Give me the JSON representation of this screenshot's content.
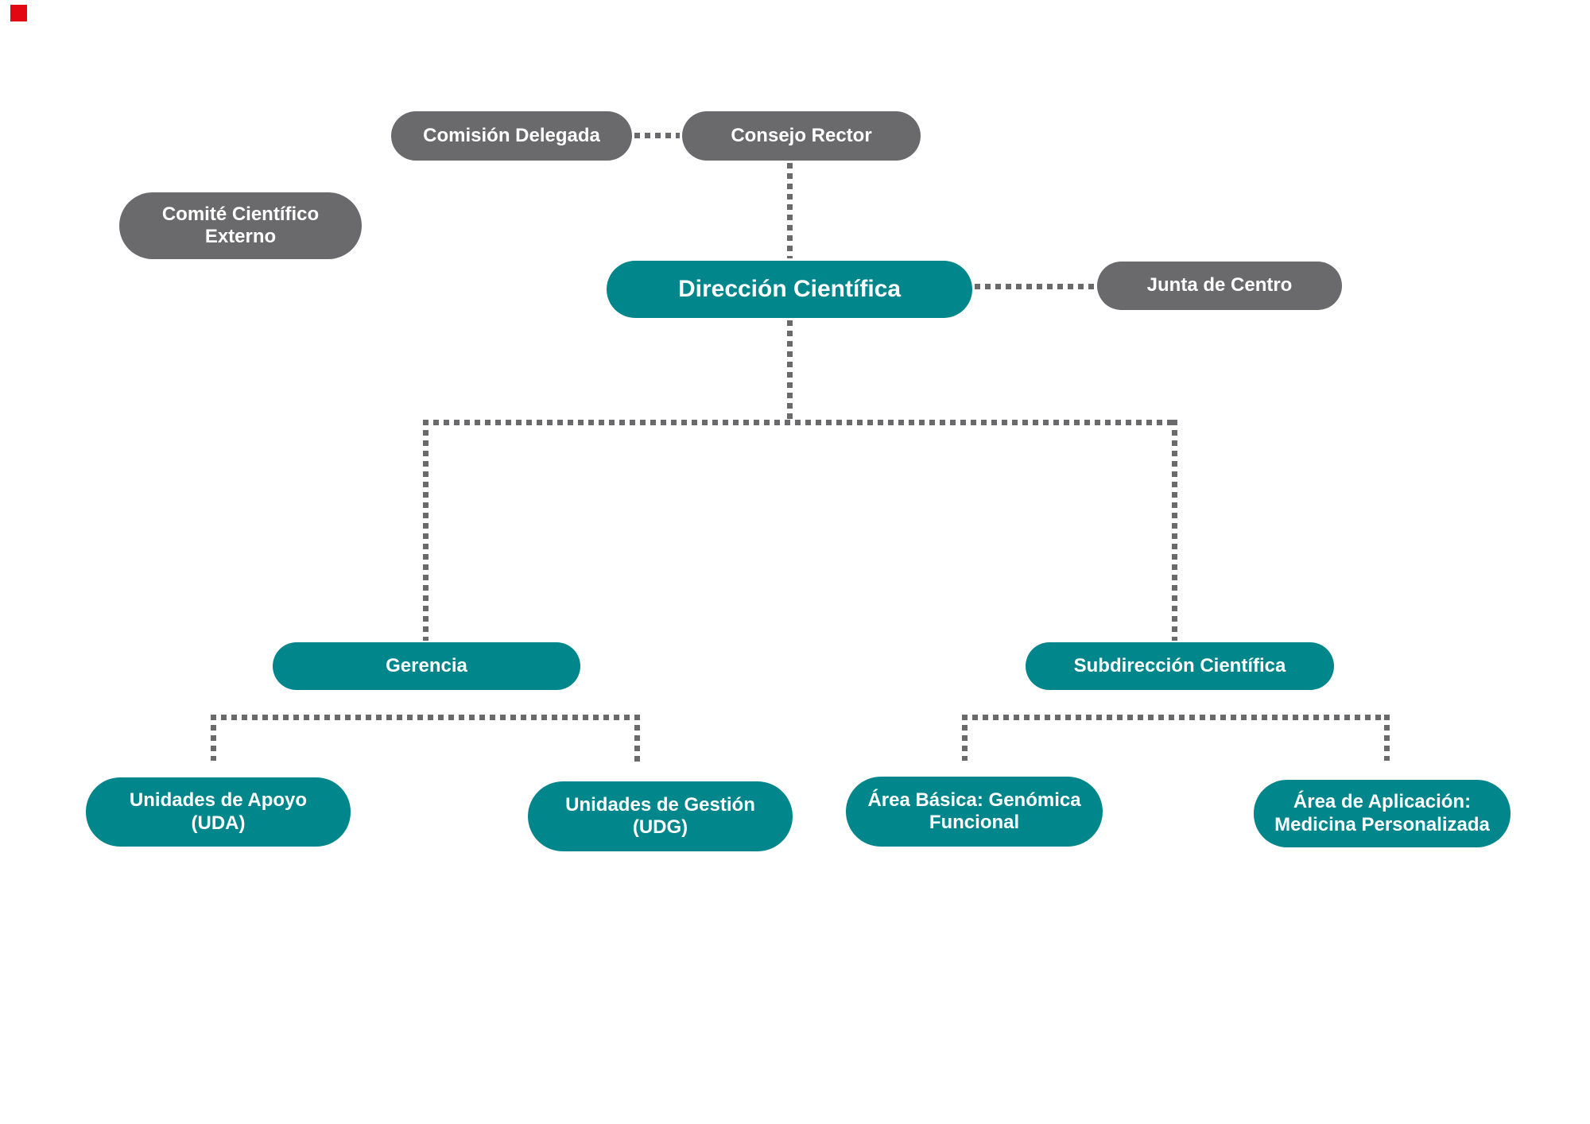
{
  "diagram": {
    "type": "org-chart",
    "background": "#ffffff"
  },
  "colors": {
    "teal_node": "#00868b",
    "gray_node": "#6a696b",
    "connector_gray": "#6a696b",
    "node_text": "#ffffff",
    "brand_mark_red": "#e30613"
  },
  "nodes": {
    "comision_delegada": {
      "label": "Comisión Delegada",
      "style": "gray"
    },
    "consejo_rector": {
      "label": "Consejo Rector",
      "style": "gray"
    },
    "comite_cientifico_externo": {
      "line1": "Comité Científico",
      "line2": "Externo",
      "style": "gray"
    },
    "direccion_cientifica": {
      "label": "Dirección Científica",
      "style": "teal"
    },
    "junta_de_centro": {
      "label": "Junta de Centro",
      "style": "gray"
    },
    "gerencia": {
      "label": "Gerencia",
      "style": "teal"
    },
    "subdireccion_cientifica": {
      "label": "Subdirección Científica",
      "style": "teal"
    },
    "unidades_de_apoyo": {
      "line1": "Unidades de Apoyo",
      "line2": "(UDA)",
      "style": "teal"
    },
    "unidades_de_gestion": {
      "line1": "Unidades de Gestión",
      "line2": "(UDG)",
      "style": "teal"
    },
    "area_basica": {
      "line1": "Área Básica: Genómica",
      "line2": "Funcional",
      "style": "teal"
    },
    "area_de_aplicacion": {
      "line1": "Área de Aplicación:",
      "line2": "Medicina Personalizada",
      "style": "teal"
    }
  },
  "edges": [
    {
      "from": "comision_delegada",
      "to": "consejo_rector",
      "style": "dotted"
    },
    {
      "from": "consejo_rector",
      "to": "direccion_cientifica",
      "style": "dotted"
    },
    {
      "from": "direccion_cientifica",
      "to": "junta_de_centro",
      "style": "dotted"
    },
    {
      "from": "direccion_cientifica",
      "to": "gerencia",
      "style": "dotted"
    },
    {
      "from": "direccion_cientifica",
      "to": "subdireccion_cientifica",
      "style": "dotted"
    },
    {
      "from": "gerencia",
      "to": "unidades_de_apoyo",
      "style": "dotted"
    },
    {
      "from": "gerencia",
      "to": "unidades_de_gestion",
      "style": "dotted"
    },
    {
      "from": "subdireccion_cientifica",
      "to": "area_basica",
      "style": "dotted"
    },
    {
      "from": "subdireccion_cientifica",
      "to": "area_de_aplicacion",
      "style": "dotted"
    }
  ]
}
